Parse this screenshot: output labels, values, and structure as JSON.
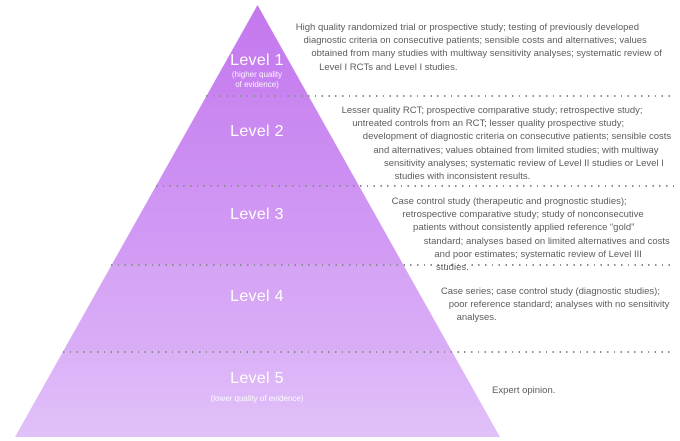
{
  "diagram": {
    "kind": "levels-of-evidence-pyramid",
    "colors": {
      "level1_fill": "#c67def",
      "level2_fill": "#cb8bf1",
      "level3_fill": "#d098f3",
      "level4_fill": "#d7a8f6",
      "level5_fill": "#deb8f8",
      "divider_dot": "#8d8d8d",
      "label_text": "#ffffff",
      "description_text": "#5d5d5f"
    }
  },
  "levels": [
    {
      "label": "Level 1",
      "sublabel": "(higher quality of evidence)",
      "description": "High quality randomized trial or prospective study; testing of previously developed diagnostic criteria on consecutive patients; sensible costs and alternatives; values obtained from many studies with multiway sensitivity analyses; systematic review of Level I RCTs and Level I studies."
    },
    {
      "label": "Level 2",
      "description": "Lesser quality RCT; prospective comparative study; retrospective study; untreated controls from an RCT; lesser quality prospective study; development of diagnostic criteria on consecutive patients; sensible costs and alternatives; values obtained from limited studies; with multiway sensitivity analyses; systematic review of Level II studies or Level I studies with inconsistent results."
    },
    {
      "label": "Level 3",
      "description": "Case control study (therapeutic and prognostic studies); retrospective comparative study; study of nonconsecutive patients without consistently applied reference “gold” standard; analyses based on limited alternatives and costs and poor estimates; systematic review of Level III studies."
    },
    {
      "label": "Level 4",
      "description": "Case series; case control study (diagnostic studies); poor reference standard; analyses with no sensitivity analyses."
    },
    {
      "label": "Level 5",
      "sublabel": "(lower quality of evidence)",
      "description": "Expert opinion."
    }
  ]
}
